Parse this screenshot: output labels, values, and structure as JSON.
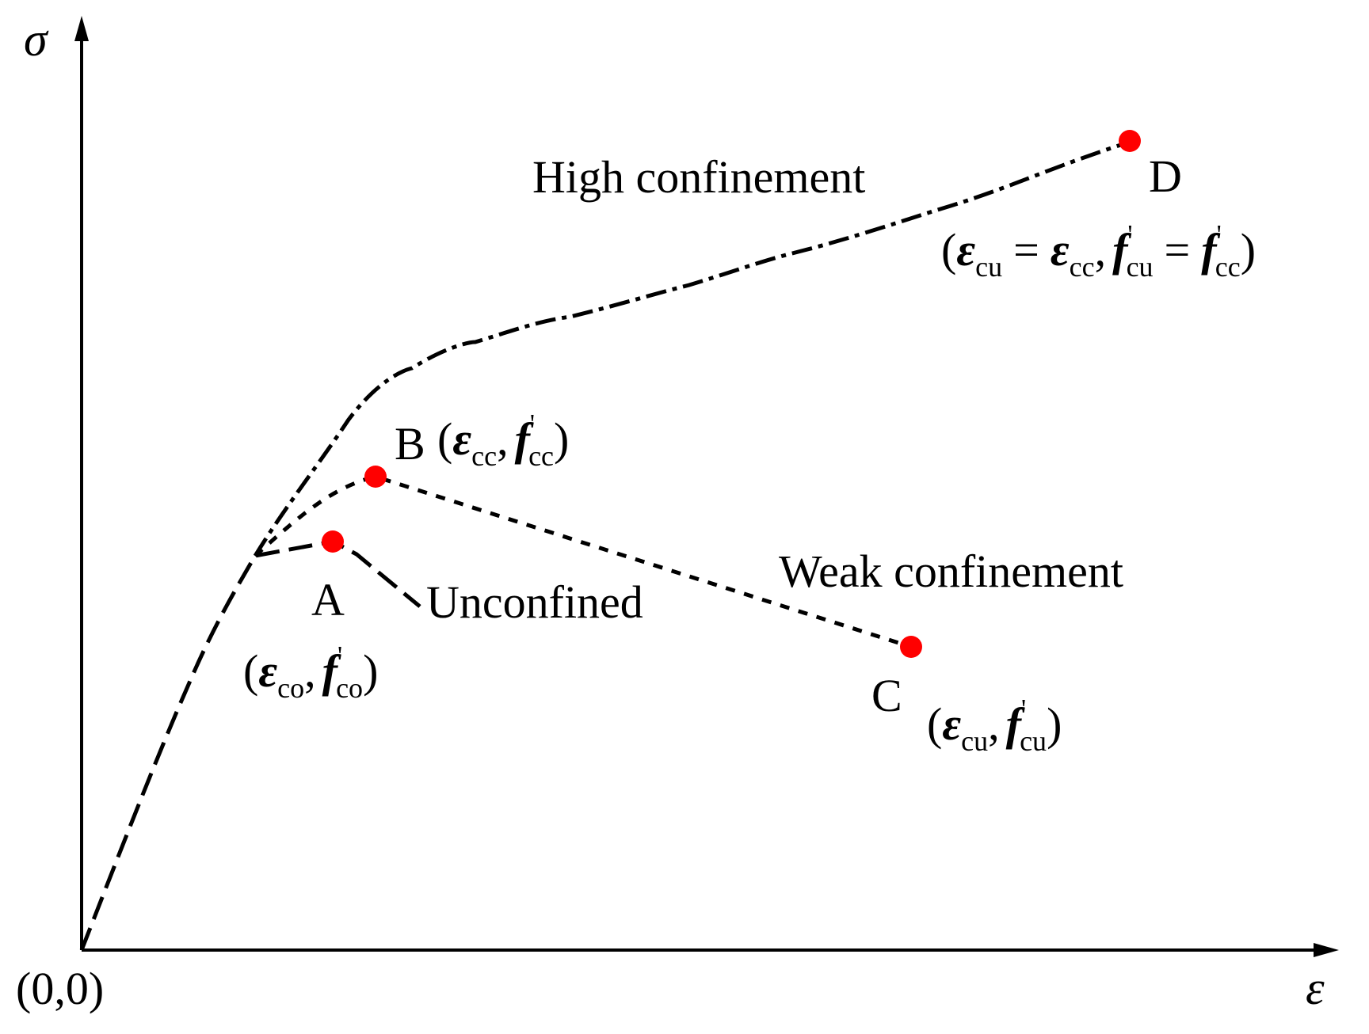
{
  "axes": {
    "y_symbol": "σ",
    "x_symbol": "ε",
    "origin_label": "(0,0)"
  },
  "curves": {
    "high": {
      "label": "High confinement"
    },
    "weak": {
      "label": "Weak confinement"
    },
    "unconfined": {
      "label": "Unconfined"
    }
  },
  "points": {
    "A": {
      "name": "A",
      "strain_sym": "ε",
      "strain_sub": "co",
      "stress_sym": "f",
      "stress_sub": "co",
      "prime": "'"
    },
    "B": {
      "name": "B",
      "strain_sym": "ε",
      "strain_sub": "cc",
      "stress_sym": "f",
      "stress_sub": "cc",
      "prime": "'"
    },
    "C": {
      "name": "C",
      "strain_sym": "ε",
      "strain_sub": "cu",
      "stress_sym": "f",
      "stress_sub": "cu",
      "prime": "'"
    },
    "D": {
      "name": "D",
      "strain_sym": "ε",
      "strain_sub": "cu",
      "eq": "=",
      "strain2_sym": "ε",
      "strain2_sub": "cc",
      "stress_sym": "f",
      "stress_sub": "cu",
      "stress2_sym": "f",
      "stress2_sub": "cc",
      "prime": "'"
    }
  },
  "punct": {
    "open": "(",
    "close": ")",
    "comma": ","
  },
  "colors": {
    "point": "#ff0000",
    "line": "#000000",
    "background": "#ffffff"
  }
}
